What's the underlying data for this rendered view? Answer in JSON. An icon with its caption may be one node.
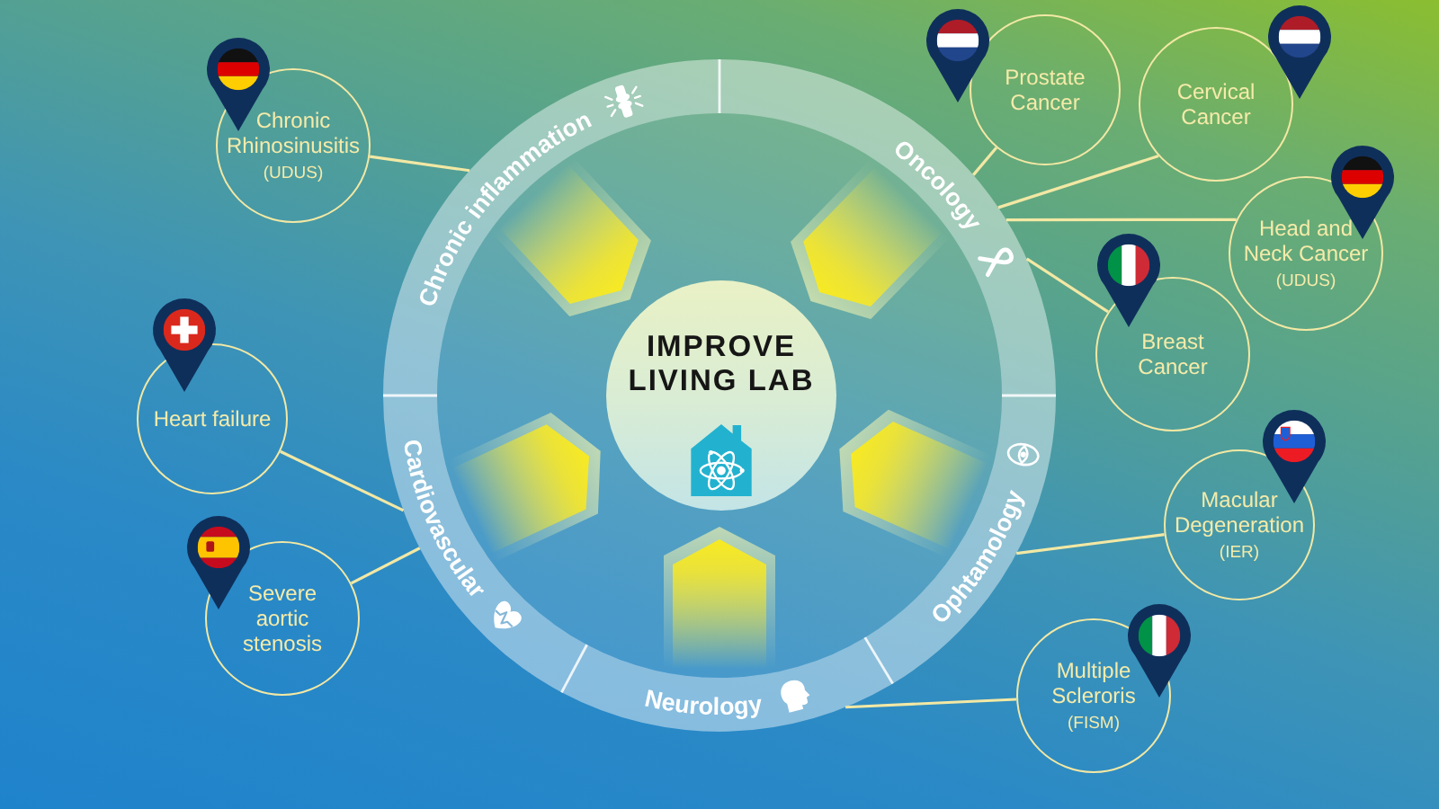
{
  "diagram": {
    "nodes": [
      {
        "text": [
          "IMPROVE LIVING LAB"
        ]
      },
      {
        "text": [
          "Chronic inflammation"
        ]
      },
      {
        "text": [
          "Oncology"
        ]
      },
      {
        "text": [
          "Ophtamology"
        ]
      },
      {
        "text": [
          "Neurology"
        ]
      },
      {
        "text": [
          "Cardiovascular"
        ]
      },
      {
        "text": [
          "Chronic Rhinosinusitis",
          "(UDUS)"
        ]
      },
      {
        "text": [
          "Prostate Cancer"
        ]
      },
      {
        "text": [
          "Cervical Cancer"
        ]
      },
      {
        "text": [
          "Head and Neck Cancer",
          "(UDUS)"
        ]
      },
      {
        "text": [
          "Breast Cancer"
        ]
      },
      {
        "text": [
          "Macular Degeneration",
          "(IER)"
        ]
      },
      {
        "text": [
          "Multiple Scleroris",
          "(FISM)"
        ]
      },
      {
        "text": [
          "Heart failure"
        ]
      },
      {
        "text": [
          "Severe aortic stenosis"
        ]
      }
    ],
    "edges": [
      {
        "from": 6,
        "to": 1,
        "arrow": "none"
      },
      {
        "from": 7,
        "to": 2,
        "arrow": "none"
      },
      {
        "from": 8,
        "to": 2,
        "arrow": "none"
      },
      {
        "from": 9,
        "to": 2,
        "arrow": "none"
      },
      {
        "from": 10,
        "to": 2,
        "arrow": "none"
      },
      {
        "from": 11,
        "to": 3,
        "arrow": "none"
      },
      {
        "from": 12,
        "to": 4,
        "arrow": "none"
      },
      {
        "from": 13,
        "to": 5,
        "arrow": "none"
      },
      {
        "from": 14,
        "to": 5,
        "arrow": "none"
      }
    ]
  }
}
